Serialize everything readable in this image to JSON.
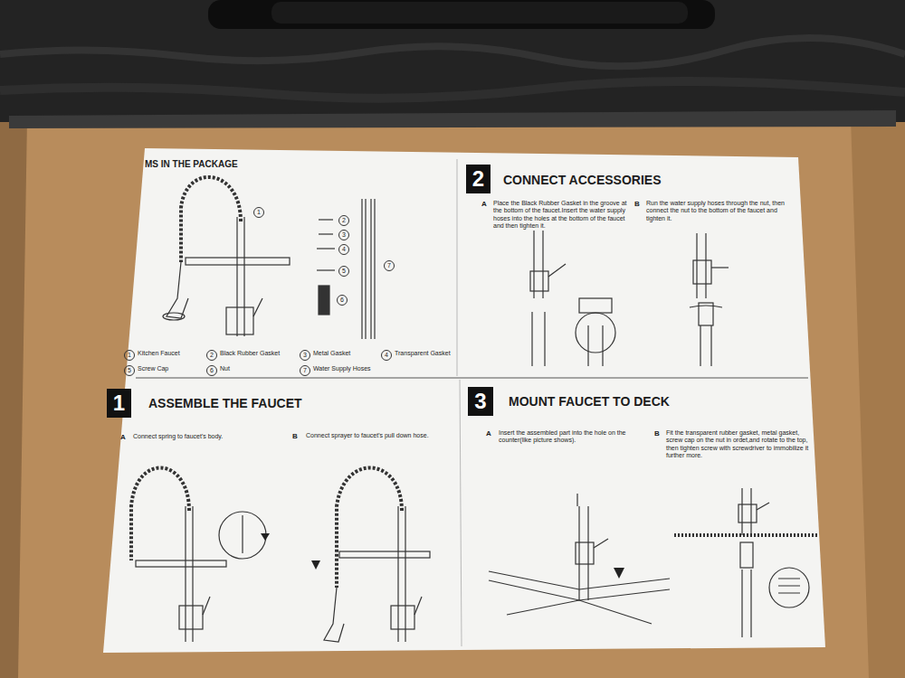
{
  "diagram": {
    "nodes": [
      {
        "text": [
          "2"
        ]
      },
      {
        "text": [
          "1"
        ]
      },
      {
        "text": [
          "3"
        ]
      }
    ],
    "labels": [
      "MS IN THE PACKAGE",
      "1",
      "2",
      "3",
      "4",
      "5",
      "6",
      "7",
      "1",
      "Kitchen Faucet",
      "2",
      "Black Rubber Gasket",
      "3",
      "Metal Gasket",
      "4",
      "Transparent Gasket",
      "5",
      "Screw Cap",
      "6",
      "Nut",
      "7",
      "Water Supply Hoses",
      "CONNECT ACCESSORIES",
      "A",
      "Place the Black Rubber Gasket in the groove at the bottom of the faucet.Insert the water supply hoses into the holes at the bottom of the faucet and then tighten it.",
      "B",
      "Run the water supply hoses through the nut, then connect the nut to the bottom of the faucet and tighten it.",
      "ASSEMBLE THE FAUCET",
      "A",
      "Connect spring to faucet's body.",
      "B",
      "Connect sprayer to faucet's pull down hose.",
      "MOUNT FAUCET TO DECK",
      "A",
      "Insert the assembled part into the hole on the counter(like picture shows).",
      "B",
      "Fit the transparent rubber gasket, metal gasket, screw cap on the nut in ordet,and rotate to the top, then tighten screw with screwdriver to immobilize it further more."
    ]
  }
}
